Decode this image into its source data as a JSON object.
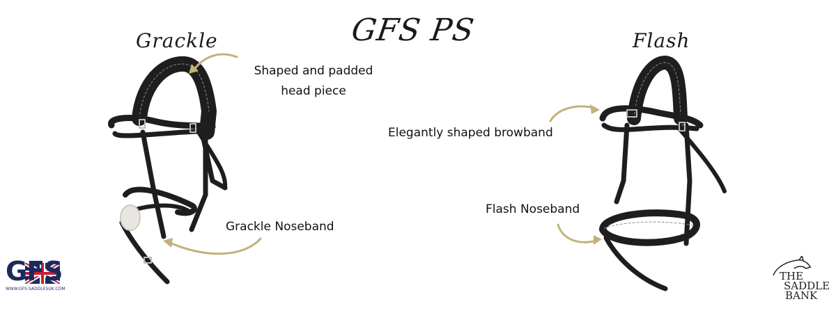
{
  "title": "GFS PS",
  "bridles": {
    "left_label": "Grackle",
    "right_label": "Flash"
  },
  "callouts": {
    "headpiece_line1": "Shaped and padded",
    "headpiece_line2": "head piece",
    "grackle_noseband": "Grackle Noseband",
    "browband": "Elegantly shaped browband",
    "flash_noseband": "Flash Noseband"
  },
  "logos": {
    "gfs_text": "GFS",
    "gfs_url": "WWW.GFS-SADDLESUK.COM",
    "saddle_bank_line1": "THE",
    "saddle_bank_line2": "SADDLE",
    "saddle_bank_line3": "BANK"
  },
  "colors": {
    "accent_arrow": "#c2b27a",
    "leather": "#1e1e1e",
    "stitch": "#8a8a8a",
    "gfs_blue": "#1b2a5c",
    "gfs_red": "#c8202f"
  }
}
